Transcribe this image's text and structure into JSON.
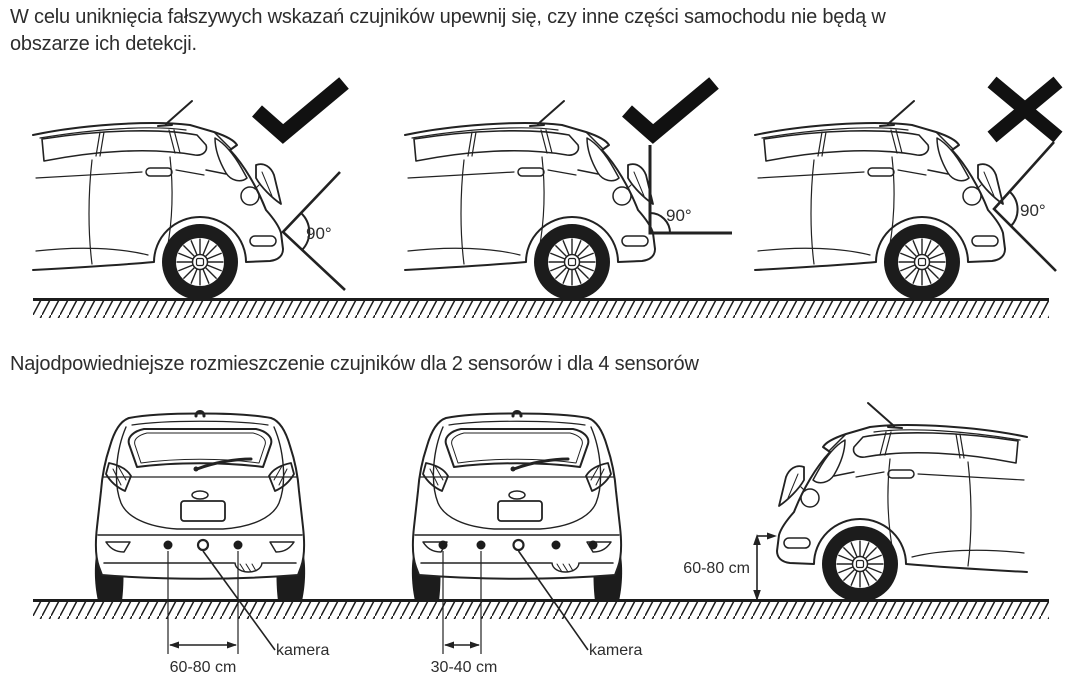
{
  "page": {
    "intro_line1": "W celu uniknięcia fałszywych wskazań czujników upewnij się, czy inne części samochodu nie będą w",
    "intro_line2": "obszarze ich detekcji.",
    "section_heading": "Najodpowiedniejsze rozmieszczenie czujników dla 2 sensorów i dla 4 sensorów"
  },
  "figures": {
    "angle_ok_bumper": {
      "verdict": "correct",
      "angle_label": "90°"
    },
    "angle_ok_vertical": {
      "verdict": "correct",
      "angle_label": "90°"
    },
    "angle_bad_high": {
      "verdict": "incorrect",
      "angle_label": "90°"
    },
    "two_sensor": {
      "sensor_count": 2,
      "spacing_label": "60-80 cm",
      "camera_label": "kamera"
    },
    "four_sensor": {
      "sensor_count": 4,
      "spacing_label": "30-40 cm",
      "camera_label": "kamera"
    },
    "mount_height": {
      "height_label": "60-80 cm"
    }
  },
  "colors": {
    "ink": "#1c1c1c",
    "text": "#2d2d2d"
  }
}
